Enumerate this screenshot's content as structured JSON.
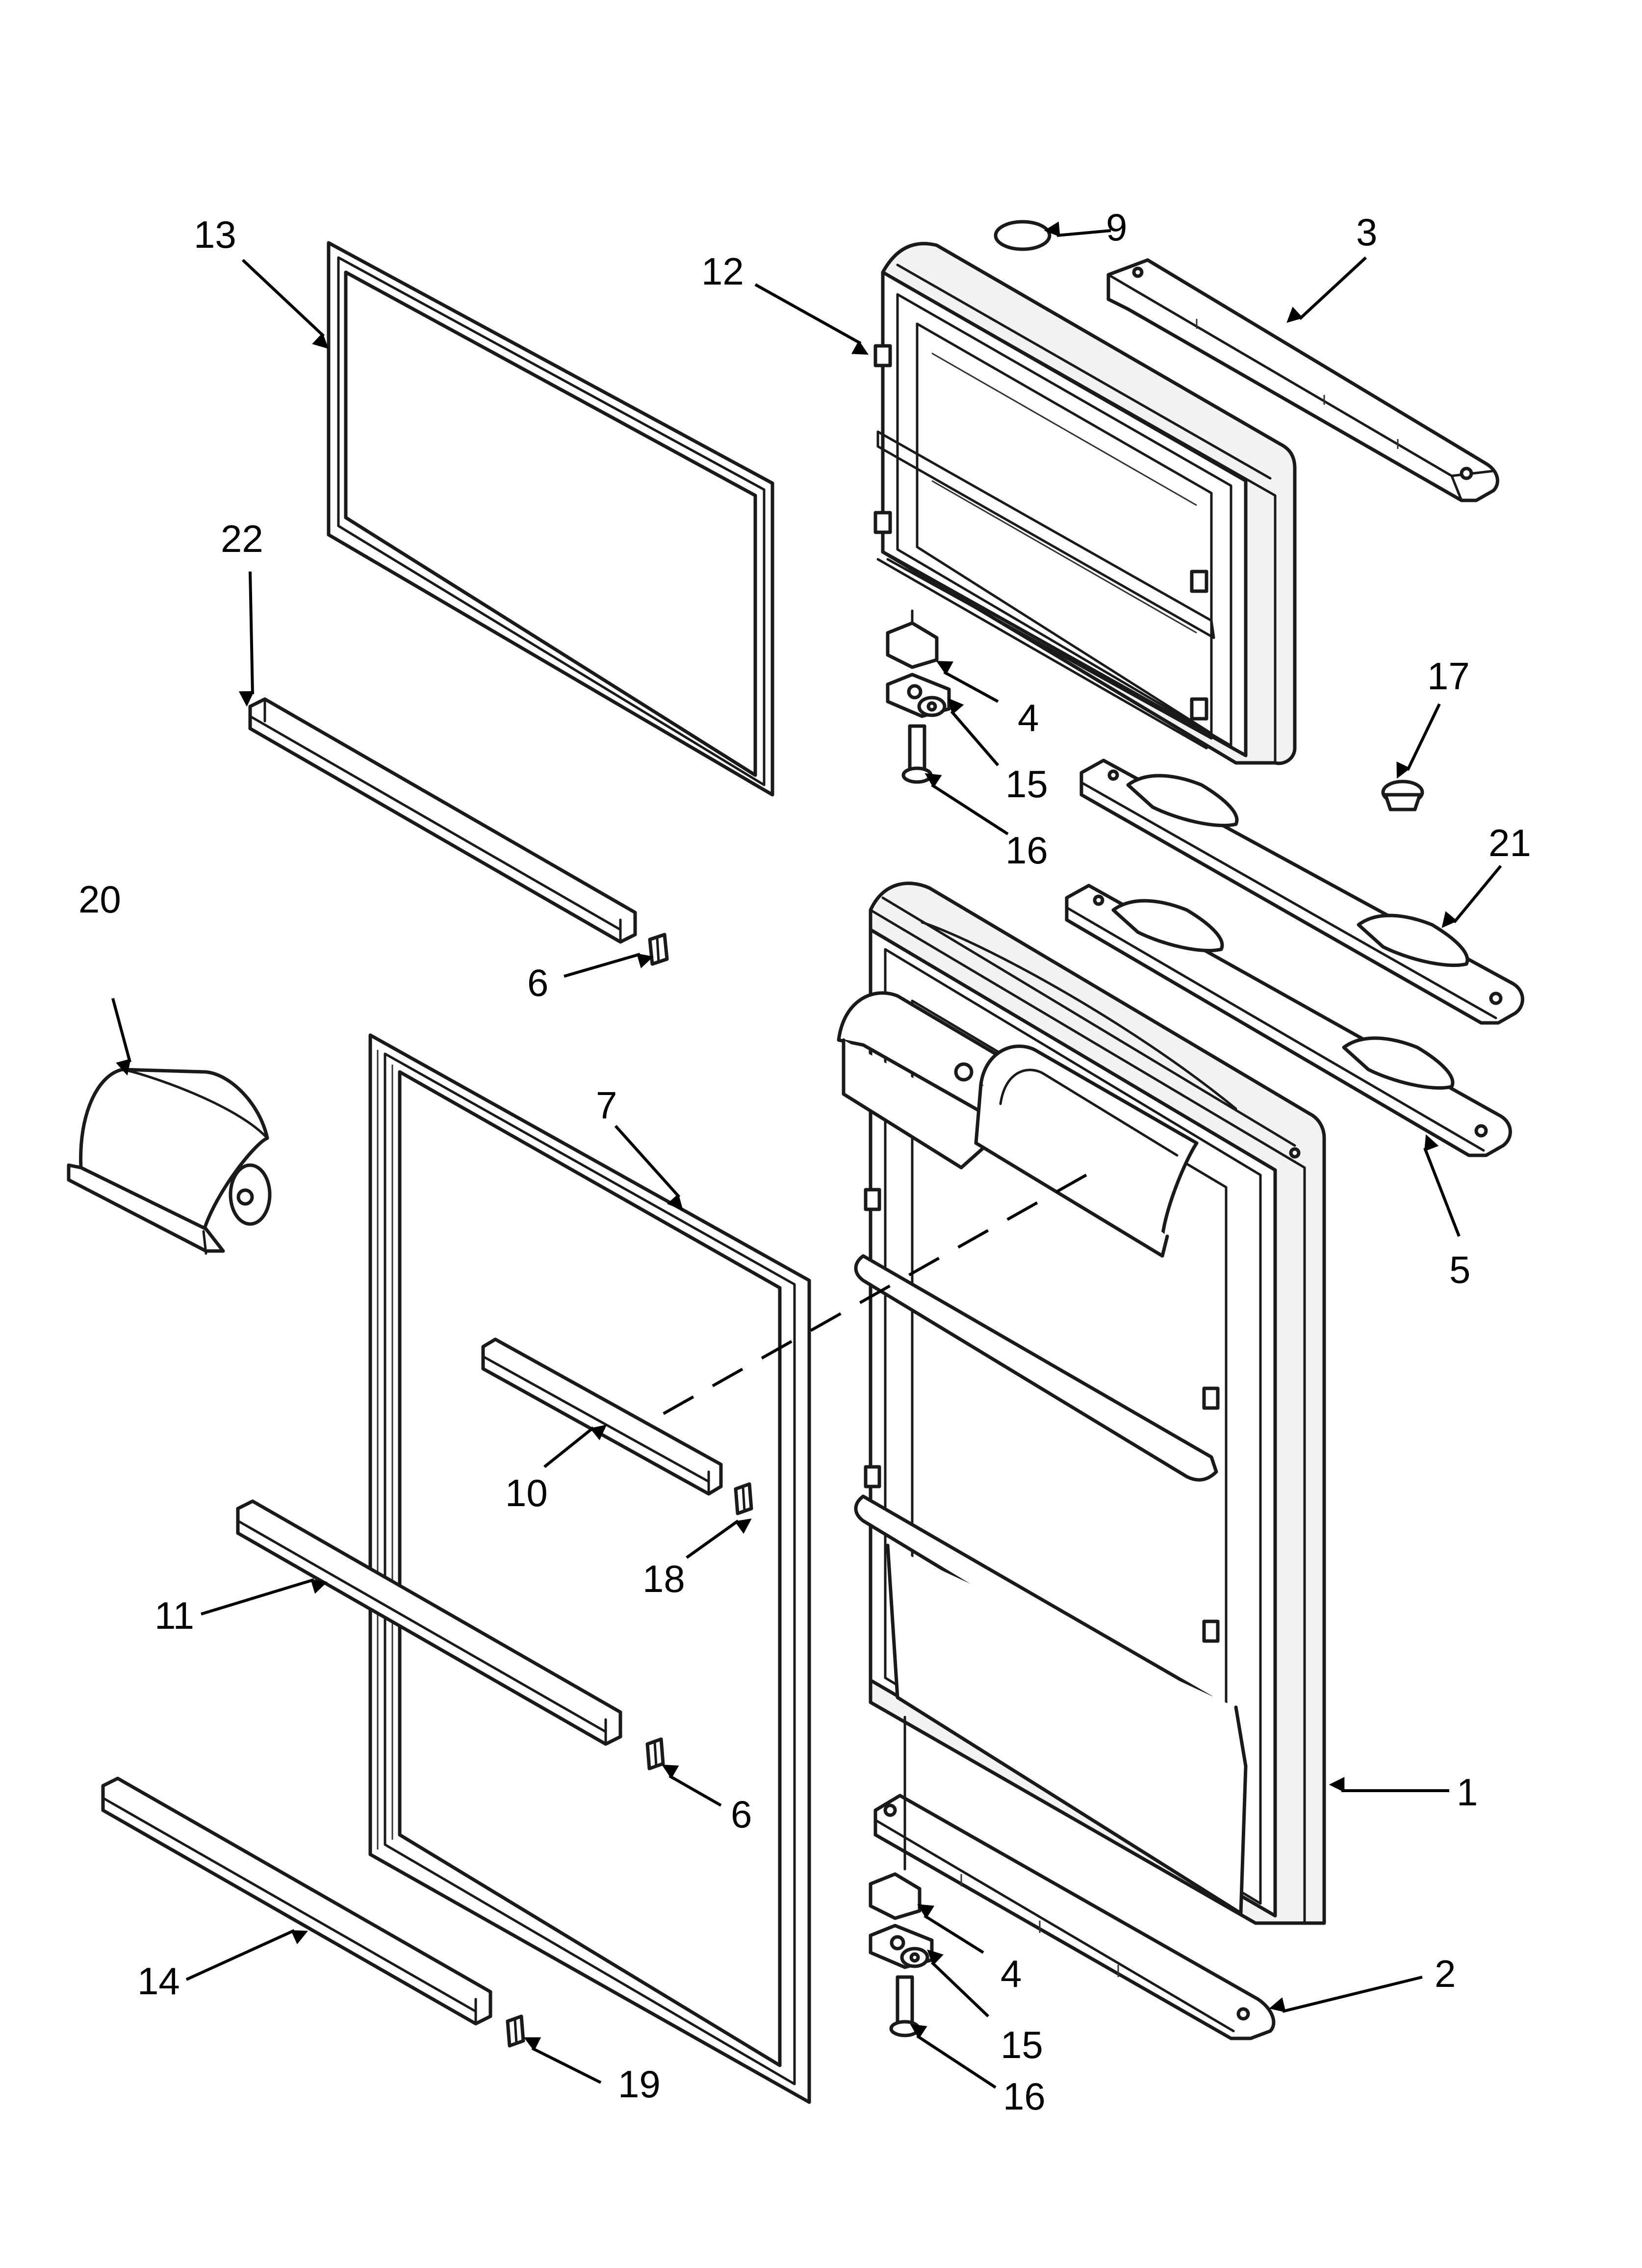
{
  "diagram": {
    "callouts": {
      "c1": "1",
      "c2": "2",
      "c3": "3",
      "c4a": "4",
      "c4b": "4",
      "c5": "5",
      "c6a": "6",
      "c6b": "6",
      "c7": "7",
      "c9": "9",
      "c10": "10",
      "c11": "11",
      "c12": "12",
      "c13": "13",
      "c14": "14",
      "c15a": "15",
      "c15b": "15",
      "c16a": "16",
      "c16b": "16",
      "c17": "17",
      "c18": "18",
      "c19": "19",
      "c20": "20",
      "c21": "21",
      "c22": "22"
    },
    "colors": {
      "line": "#1a1a1a",
      "background": "#ffffff"
    }
  }
}
